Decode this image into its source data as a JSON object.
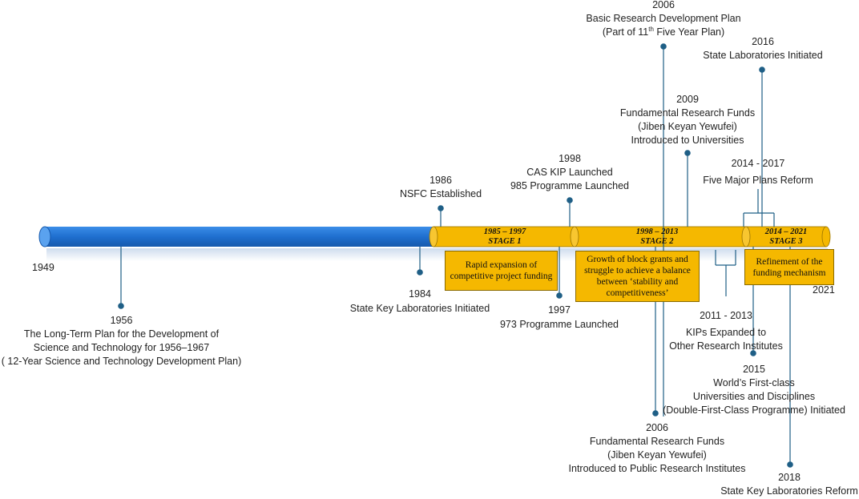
{
  "stages": [
    {
      "years": "1985 – 1997",
      "name": "STAGE 1",
      "description": [
        "Rapid expansion of",
        "competitive project funding"
      ]
    },
    {
      "years": "1998 – 2013",
      "name": "STAGE 2",
      "description": [
        "Growth of block grants and",
        "struggle to achieve a balance",
        "between ‘stability and",
        "competitiveness’"
      ]
    },
    {
      "years": "2014 – 2021",
      "name": "STAGE 3",
      "description": [
        "Refinement of the",
        "funding mechanism"
      ]
    }
  ],
  "axis": {
    "start": "1949",
    "end": "2021"
  },
  "events_above": [
    {
      "year": "1986",
      "lines": [
        "NSFC Established"
      ]
    },
    {
      "year": "1998",
      "lines": [
        "CAS KIP Launched",
        "985 Programme Launched"
      ]
    },
    {
      "year": "2006",
      "lines": [
        "Basic Research Development Plan",
        "(Part of 11",
        "th",
        " Five Year Plan)"
      ]
    },
    {
      "year": "2009",
      "lines": [
        "Fundamental Research Funds",
        "(Jiben Keyan Yewufei)",
        "Introduced to Universities"
      ]
    },
    {
      "year": "2014 - 2017",
      "lines": [
        "Five Major Plans Reform"
      ]
    },
    {
      "year": "2016",
      "lines": [
        "State Laboratories Initiated"
      ]
    }
  ],
  "events_below": [
    {
      "year": "1956",
      "lines": [
        "The Long-Term Plan for the Development of",
        "Science and Technology for 1956–1967",
        "( 12-Year Science and Technology Development Plan)"
      ]
    },
    {
      "year": "1984",
      "lines": [
        "State Key Laboratories Initiated"
      ]
    },
    {
      "year": "1997",
      "lines": [
        "973 Programme Launched"
      ]
    },
    {
      "year": "2011 - 2013",
      "lines": [
        "KIPs Expanded to",
        "Other Research Institutes"
      ]
    },
    {
      "year": "2015",
      "lines": [
        "World’s First-class",
        "Universities and Disciplines",
        "(Double-First-Class Programme) Initiated"
      ]
    },
    {
      "year": "2006",
      "lines": [
        "Fundamental Research Funds",
        "(Jiben Keyan Yewufei)",
        "Introduced to Public Research Institutes"
      ]
    },
    {
      "year": "2018",
      "lines": [
        "State Key Laboratories Reform"
      ]
    }
  ],
  "colors": {
    "blue_bar": "#1f6fcf",
    "stage_fill": "#f5b800",
    "connector": "#1f5f86"
  }
}
